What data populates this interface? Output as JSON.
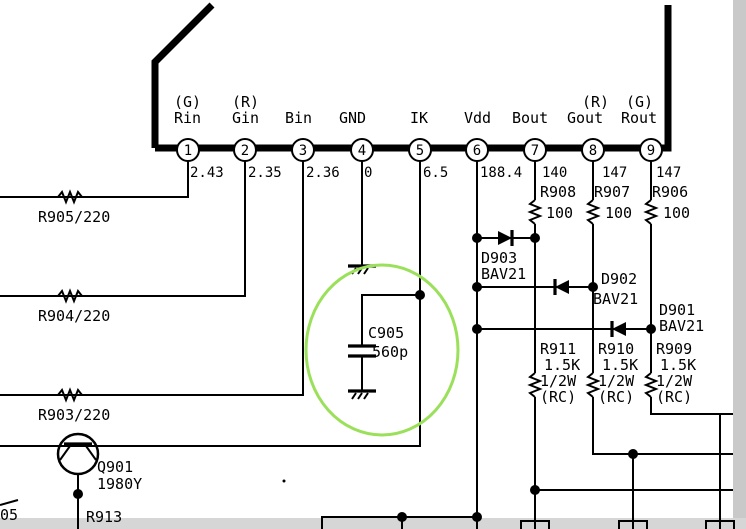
{
  "ic_pins": [
    {
      "num": "1",
      "alt": "(G)",
      "name": "Rin",
      "voltage": "2.43"
    },
    {
      "num": "2",
      "alt": "(R)",
      "name": "Gin",
      "voltage": "2.35"
    },
    {
      "num": "3",
      "alt": "",
      "name": "Bin",
      "voltage": "2.36"
    },
    {
      "num": "4",
      "alt": "",
      "name": "GND",
      "voltage": "0"
    },
    {
      "num": "5",
      "alt": "",
      "name": "IK",
      "voltage": "6.5"
    },
    {
      "num": "6",
      "alt": "",
      "name": "Vdd",
      "voltage": "188.4"
    },
    {
      "num": "7",
      "alt": "",
      "name": "Bout",
      "voltage": "140"
    },
    {
      "num": "8",
      "alt": "(R)",
      "name": "Gout",
      "voltage": "147"
    },
    {
      "num": "9",
      "alt": "(G)",
      "name": "Rout",
      "voltage": "147"
    }
  ],
  "input_resistors": {
    "r905": "R905/220",
    "r904": "R904/220",
    "r903": "R903/220"
  },
  "output_resistors": {
    "r908": {
      "ref": "R908",
      "value": "100"
    },
    "r907": {
      "ref": "R907",
      "value": "100"
    },
    "r906": {
      "ref": "R906",
      "value": "100"
    }
  },
  "diodes": {
    "d903": {
      "ref": "D903",
      "type": "BAV21"
    },
    "d902": {
      "ref": "D902",
      "type": "BAV21"
    },
    "d901": {
      "ref": "D901",
      "type": "BAV21"
    }
  },
  "capacitor": {
    "ref": "C905",
    "value": "560p"
  },
  "load_resistors": {
    "r911": {
      "ref": "R911",
      "value": "1.5K",
      "power": "1/2W",
      "type": "(RC)"
    },
    "r910": {
      "ref": "R910",
      "value": "1.5K",
      "power": "1/2W",
      "type": "(RC)"
    },
    "r909": {
      "ref": "R909",
      "value": "1.5K",
      "power": "1/2W",
      "type": "(RC)"
    }
  },
  "transistor": {
    "ref": "Q901",
    "part": "1980Y"
  },
  "bottom_labels": {
    "r913": "R913",
    "partial_left": "05"
  },
  "colors": {
    "highlight": "#9be05a",
    "ink": "#000000",
    "frame_shadow": "#c4c4c4"
  }
}
